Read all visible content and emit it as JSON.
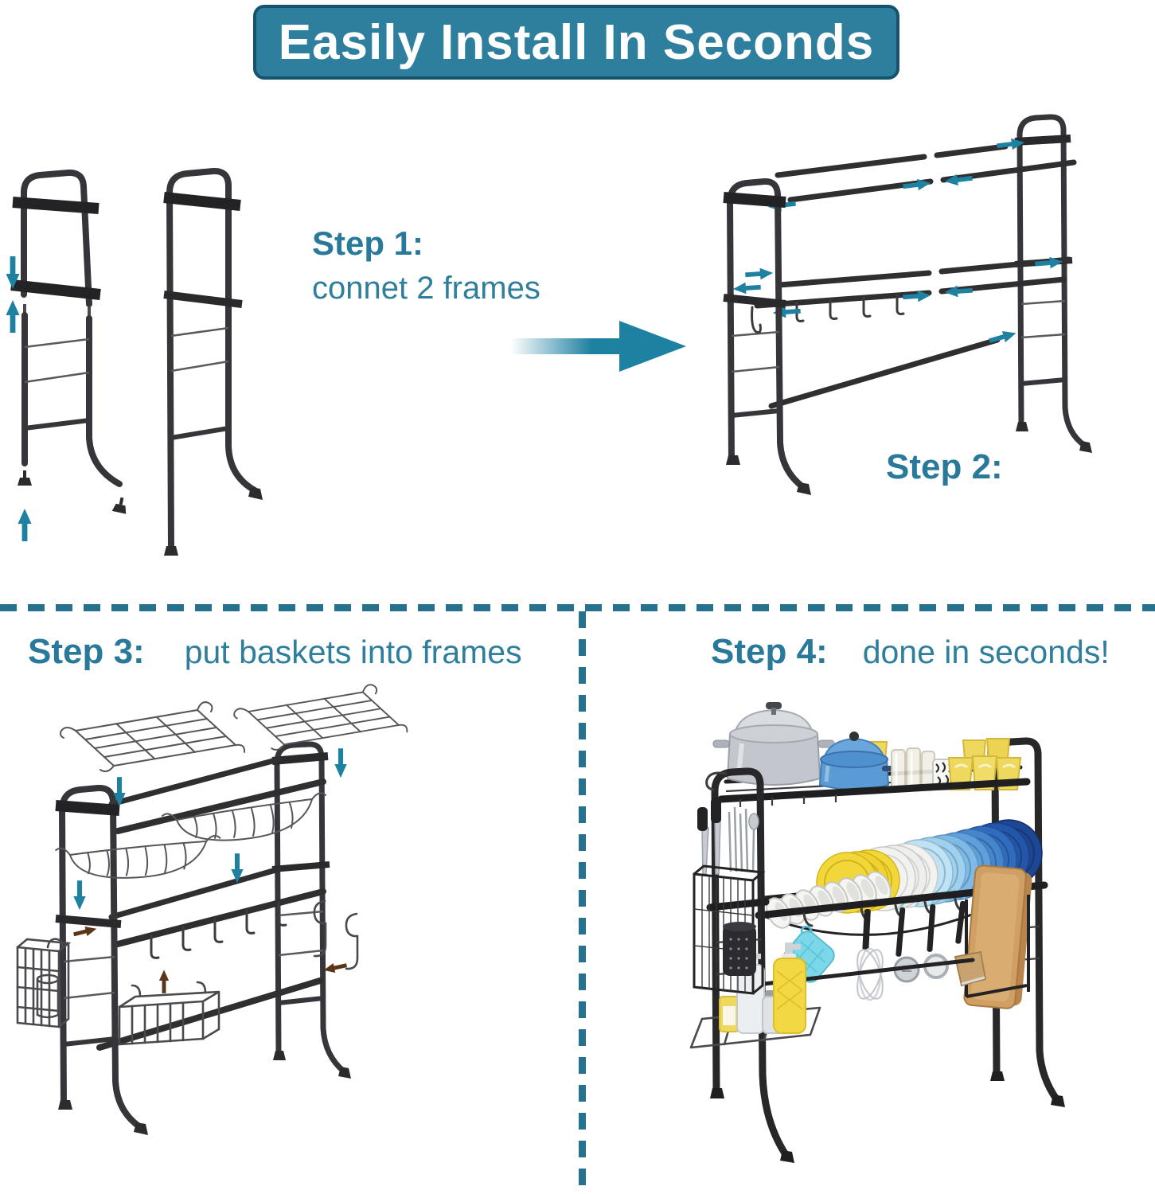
{
  "title": "Easily Install In Seconds",
  "steps": [
    {
      "label": "Step 1:",
      "description": "connet 2 frames"
    },
    {
      "label": "Step 2:",
      "description": ""
    },
    {
      "label": "Step 3:",
      "description": "put baskets into frames"
    },
    {
      "label": "Step 4:",
      "description": "done in seconds!"
    }
  ],
  "icons": {
    "flow_arrow": "right-arrow",
    "connect_down": "down-arrow",
    "connect_up": "up-arrow",
    "insert_left": "left-arrow",
    "insert_right": "right-arrow",
    "attach_brown": "brown-arrow"
  },
  "colors": {
    "banner_bg": "#2e7f9e",
    "banner_border": "#17536d",
    "banner_text": "#ffffff",
    "step_text": "#28799a",
    "divider": "#25718e",
    "arrow_teal": "#1e81a2",
    "arrow_brown": "#5a3517",
    "frame_black": "#28282b",
    "pot_steel": "#c3c7cd",
    "pot_blue": "#5b9bd5",
    "cup_yellow": "#eed95e",
    "plate_blue_dark": "#1d4694",
    "plate_blue_light": "#bfe3f5",
    "plate_yellow": "#f2d73a",
    "board_wood": "#cf9f64",
    "potholder_teal": "#7cd8e8"
  }
}
